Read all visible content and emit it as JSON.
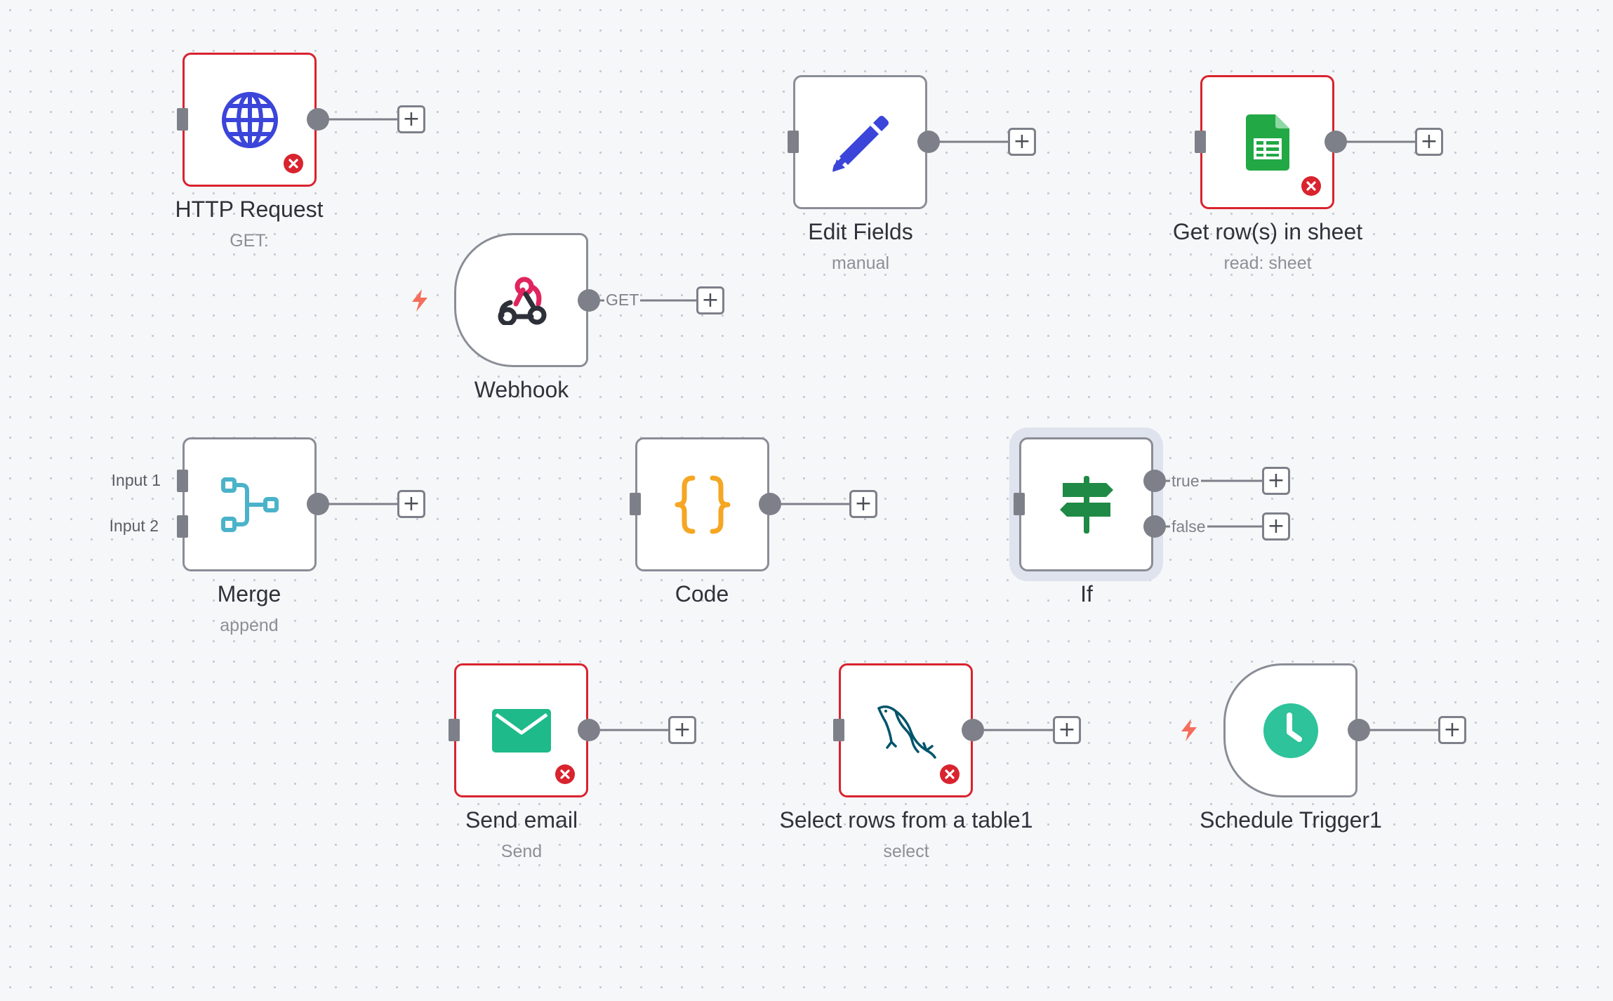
{
  "colors": {
    "error": "#d9232e",
    "node_border": "#8a8d96",
    "handle": "#7d8089",
    "http_icon": "#3b45d9",
    "edit_icon": "#3b45d9",
    "sheets_icon": "#22a845",
    "webhook_icon": "#e0245e",
    "merge_icon": "#4ab3c9",
    "code_icon": "#f5a623",
    "if_icon": "#1f8a45",
    "email_icon": "#1fba89",
    "mysql_icon": "#00546b",
    "schedule_icon": "#2ec39a",
    "trigger_bolt": "#f56d5b"
  },
  "nodes": {
    "http_request": {
      "name": "HTTP Request",
      "subtitle": "GET:",
      "icon": "globe-icon"
    },
    "edit_fields": {
      "name": "Edit Fields",
      "subtitle": "manual",
      "icon": "pencil-icon"
    },
    "get_rows": {
      "name": "Get row(s) in sheet",
      "subtitle": "read: sheet",
      "icon": "google-sheets-icon"
    },
    "webhook": {
      "name": "Webhook",
      "output_label": "GET",
      "icon": "webhook-icon"
    },
    "merge": {
      "name": "Merge",
      "subtitle": "append",
      "input1": "Input 1",
      "input2": "Input 2",
      "icon": "merge-icon"
    },
    "code": {
      "name": "Code",
      "icon": "code-braces-icon"
    },
    "if": {
      "name": "If",
      "true_label": "true",
      "false_label": "false",
      "icon": "signpost-icon"
    },
    "send_email": {
      "name": "Send email",
      "subtitle": "Send",
      "icon": "envelope-icon"
    },
    "select_rows": {
      "name": "Select rows from a table1",
      "subtitle": "select",
      "icon": "mysql-dolphin-icon"
    },
    "schedule": {
      "name": "Schedule Trigger1",
      "icon": "clock-icon"
    }
  },
  "plus_symbol": "+"
}
